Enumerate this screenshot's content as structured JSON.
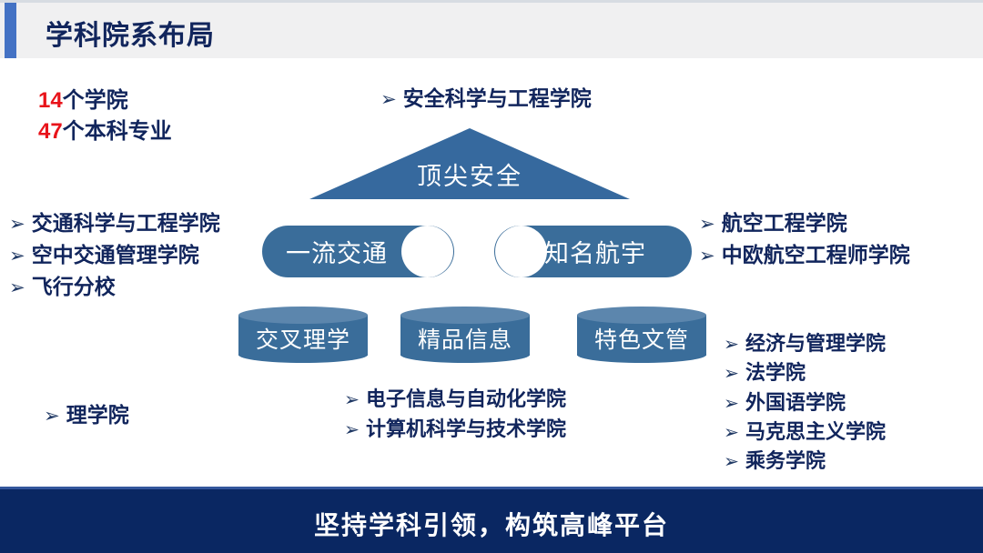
{
  "header": {
    "title": "学科院系布局",
    "accent_color": "#4472C4",
    "band_color": "#F0F0F1",
    "title_color": "#11255C"
  },
  "stats": [
    {
      "number": "14",
      "suffix": "个学院"
    },
    {
      "number": "47",
      "suffix": "个本科专业"
    }
  ],
  "bullet_glyph": "➢",
  "pyramid": {
    "apex": {
      "label": "顶尖安全",
      "fill": "#36699E"
    },
    "pills": [
      {
        "label": "一流交通",
        "fill": "#3A6D9A"
      },
      {
        "label": "知名航宇",
        "fill": "#3A6D9A"
      }
    ],
    "cylinders": [
      {
        "label": "交叉理学",
        "body_fill": "#3A6D9A",
        "top_fill": "#5C86AD"
      },
      {
        "label": "精品信息",
        "body_fill": "#3A6D9A",
        "top_fill": "#5C86AD"
      },
      {
        "label": "特色文管",
        "body_fill": "#3A6D9A",
        "top_fill": "#5C86AD"
      }
    ]
  },
  "lists": {
    "top_center": [
      {
        "label": "安全科学与工程学院"
      }
    ],
    "left": [
      {
        "label": "交通科学与工程学院"
      },
      {
        "label": "空中交通管理学院"
      },
      {
        "label": "飞行分校"
      }
    ],
    "bottom_left": [
      {
        "label": "理学院"
      }
    ],
    "bottom_center": [
      {
        "label": "电子信息与自动化学院"
      },
      {
        "label": "计算机科学与技术学院"
      }
    ],
    "right_top": [
      {
        "label": "航空工程学院"
      },
      {
        "label": "中欧航空工程师学院"
      }
    ],
    "right_bottom": [
      {
        "label": "经济与管理学院"
      },
      {
        "label": "法学院"
      },
      {
        "label": "外国语学院"
      },
      {
        "label": "马克思主义学院"
      },
      {
        "label": "乘务学院"
      }
    ]
  },
  "footer": {
    "text": "坚持学科引领，构筑高峰平台",
    "bar_color": "#0A2762"
  }
}
